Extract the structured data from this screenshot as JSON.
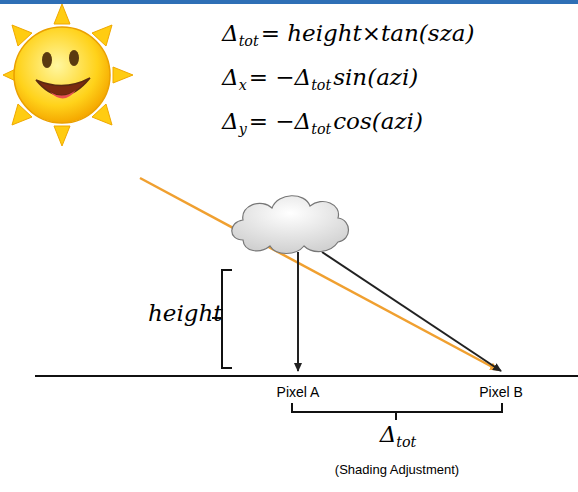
{
  "diagram": {
    "labels": [
      "Δ",
      "tot",
      "= height×tan(sza)",
      "Δ",
      "x",
      "= −Δ",
      "tot",
      "sin(azi)",
      "Δ",
      "y",
      "= −Δ",
      "tot",
      "cos(azi)",
      "height",
      "Pixel A",
      "Pixel B",
      "Δ",
      "tot",
      "(Shading Adjustment)"
    ]
  }
}
